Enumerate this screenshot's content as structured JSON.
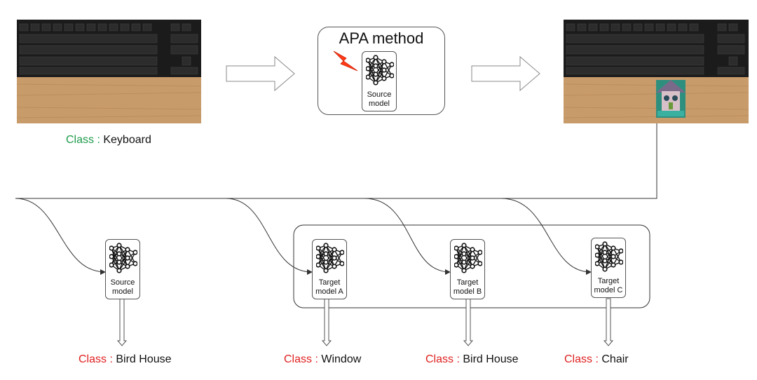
{
  "apa": {
    "title": "APA method",
    "model_line1": "Source",
    "model_line2": "model"
  },
  "input": {
    "class_prefix": "Class :",
    "class_value": "Keyboard"
  },
  "models": [
    {
      "line1": "Source",
      "line2": "model",
      "class_prefix": "Class :",
      "class_value": "Bird House"
    },
    {
      "line1": "Target",
      "line2": "model A",
      "class_prefix": "Class :",
      "class_value": "Window"
    },
    {
      "line1": "Target",
      "line2": "model B",
      "class_prefix": "Class :",
      "class_value": "Bird House"
    },
    {
      "line1": "Target",
      "line2": "model C",
      "class_prefix": "Class :",
      "class_value": "Chair"
    }
  ],
  "colors": {
    "correct": "#1d9b4b",
    "wrong": "#e02020",
    "lightning": "#ff3b1a"
  },
  "icons": {
    "network": "neural-network-icon",
    "attack": "lightning-icon",
    "arrow": "block-arrow-icon",
    "patch": "adversarial-patch"
  }
}
